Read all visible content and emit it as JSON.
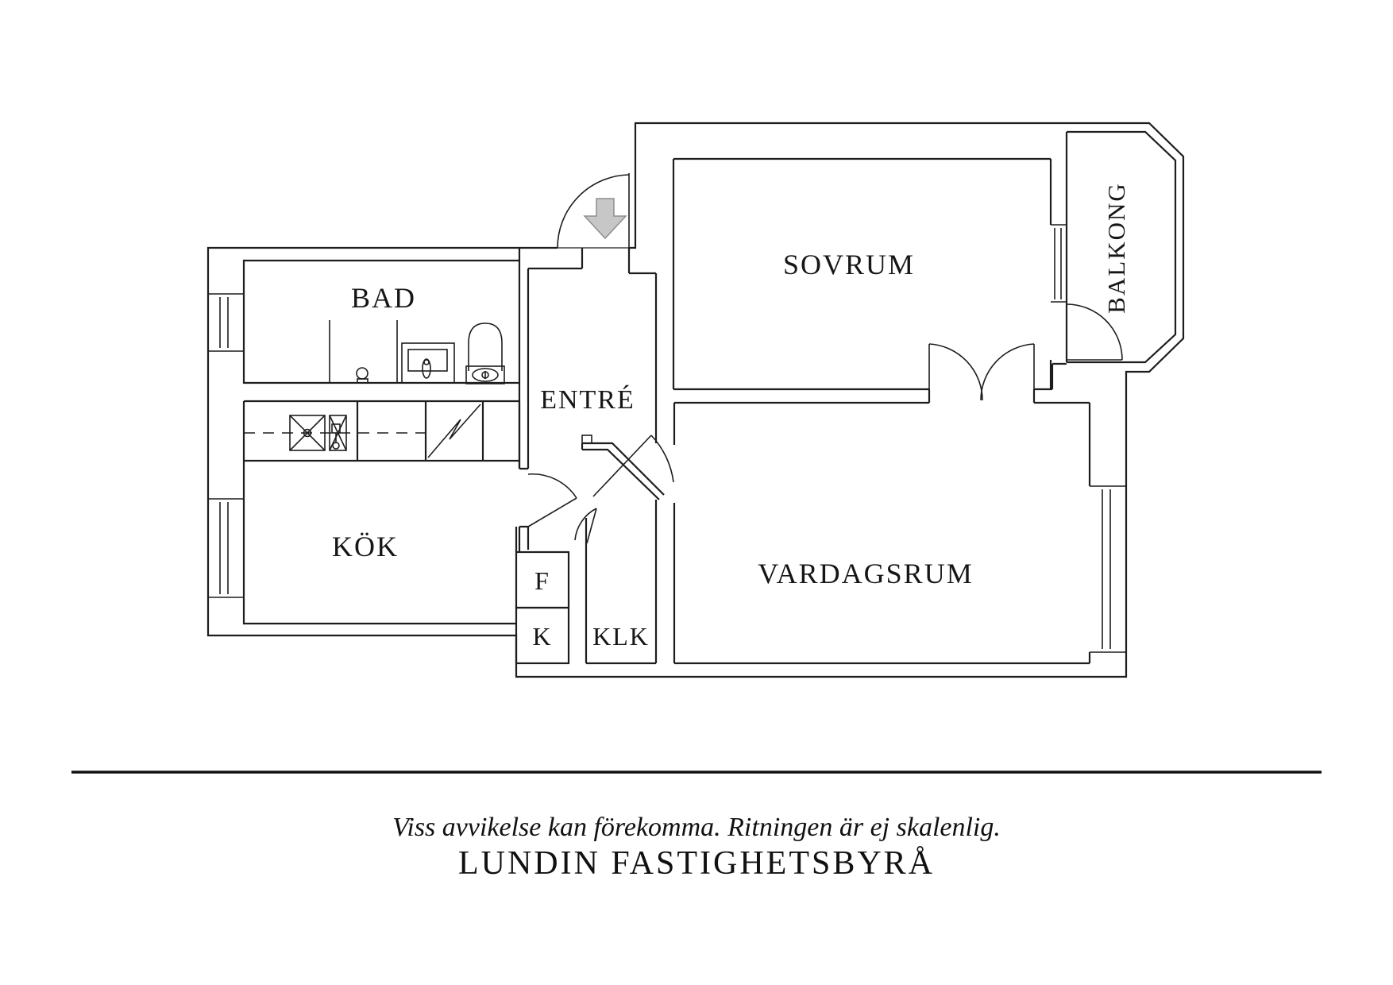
{
  "page": {
    "background": "#ffffff",
    "line_color": "#1d1d1d"
  },
  "floorplan": {
    "rooms": [
      {
        "id": "bad",
        "label": "BAD"
      },
      {
        "id": "entre",
        "label": "ENTRÉ"
      },
      {
        "id": "sovrum",
        "label": "SOVRUM"
      },
      {
        "id": "balkong",
        "label": "BALKONG"
      },
      {
        "id": "kok",
        "label": "KÖK"
      },
      {
        "id": "klk",
        "label": "KLK"
      },
      {
        "id": "vardagsrum",
        "label": "VARDAGSRUM"
      }
    ],
    "cabinets": [
      {
        "id": "fridge",
        "label": "F"
      },
      {
        "id": "freezer",
        "label": "K"
      }
    ],
    "entrance_arrow": {
      "icon": "down-arrow",
      "color": "#c7c7c7",
      "border": "#8e8e8e"
    }
  },
  "footer": {
    "disclaimer": "Viss avvikelse kan förekomma. Ritningen är ej skalenlig.",
    "brand": "LUNDIN FASTIGHETSBYRÅ"
  }
}
